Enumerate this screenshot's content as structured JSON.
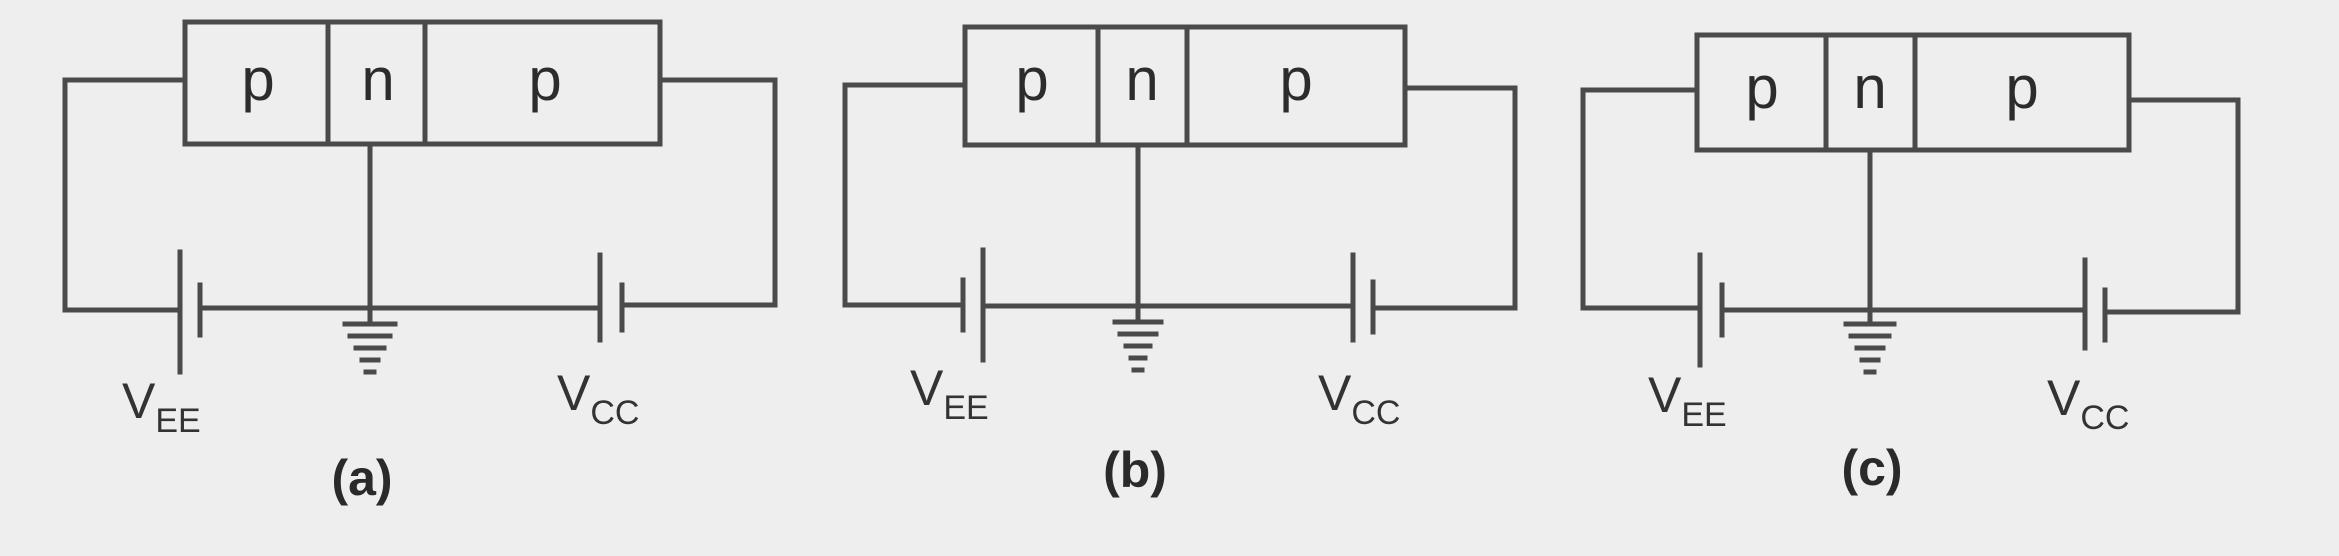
{
  "diagrams": [
    {
      "regions": [
        "p",
        "n",
        "p"
      ],
      "left_source": {
        "label": "V",
        "subscript": "EE"
      },
      "right_source": {
        "label": "V",
        "subscript": "CC"
      },
      "caption": "(a)"
    },
    {
      "regions": [
        "p",
        "n",
        "p"
      ],
      "left_source": {
        "label": "V",
        "subscript": "EE"
      },
      "right_source": {
        "label": "V",
        "subscript": "CC"
      },
      "caption": "(b)"
    },
    {
      "regions": [
        "p",
        "n",
        "p"
      ],
      "left_source": {
        "label": "V",
        "subscript": "EE"
      },
      "right_source": {
        "label": "V",
        "subscript": "CC"
      },
      "caption": "(c)"
    }
  ],
  "colors": {
    "line": "#4a4a4a",
    "background": "#eeeeee"
  }
}
